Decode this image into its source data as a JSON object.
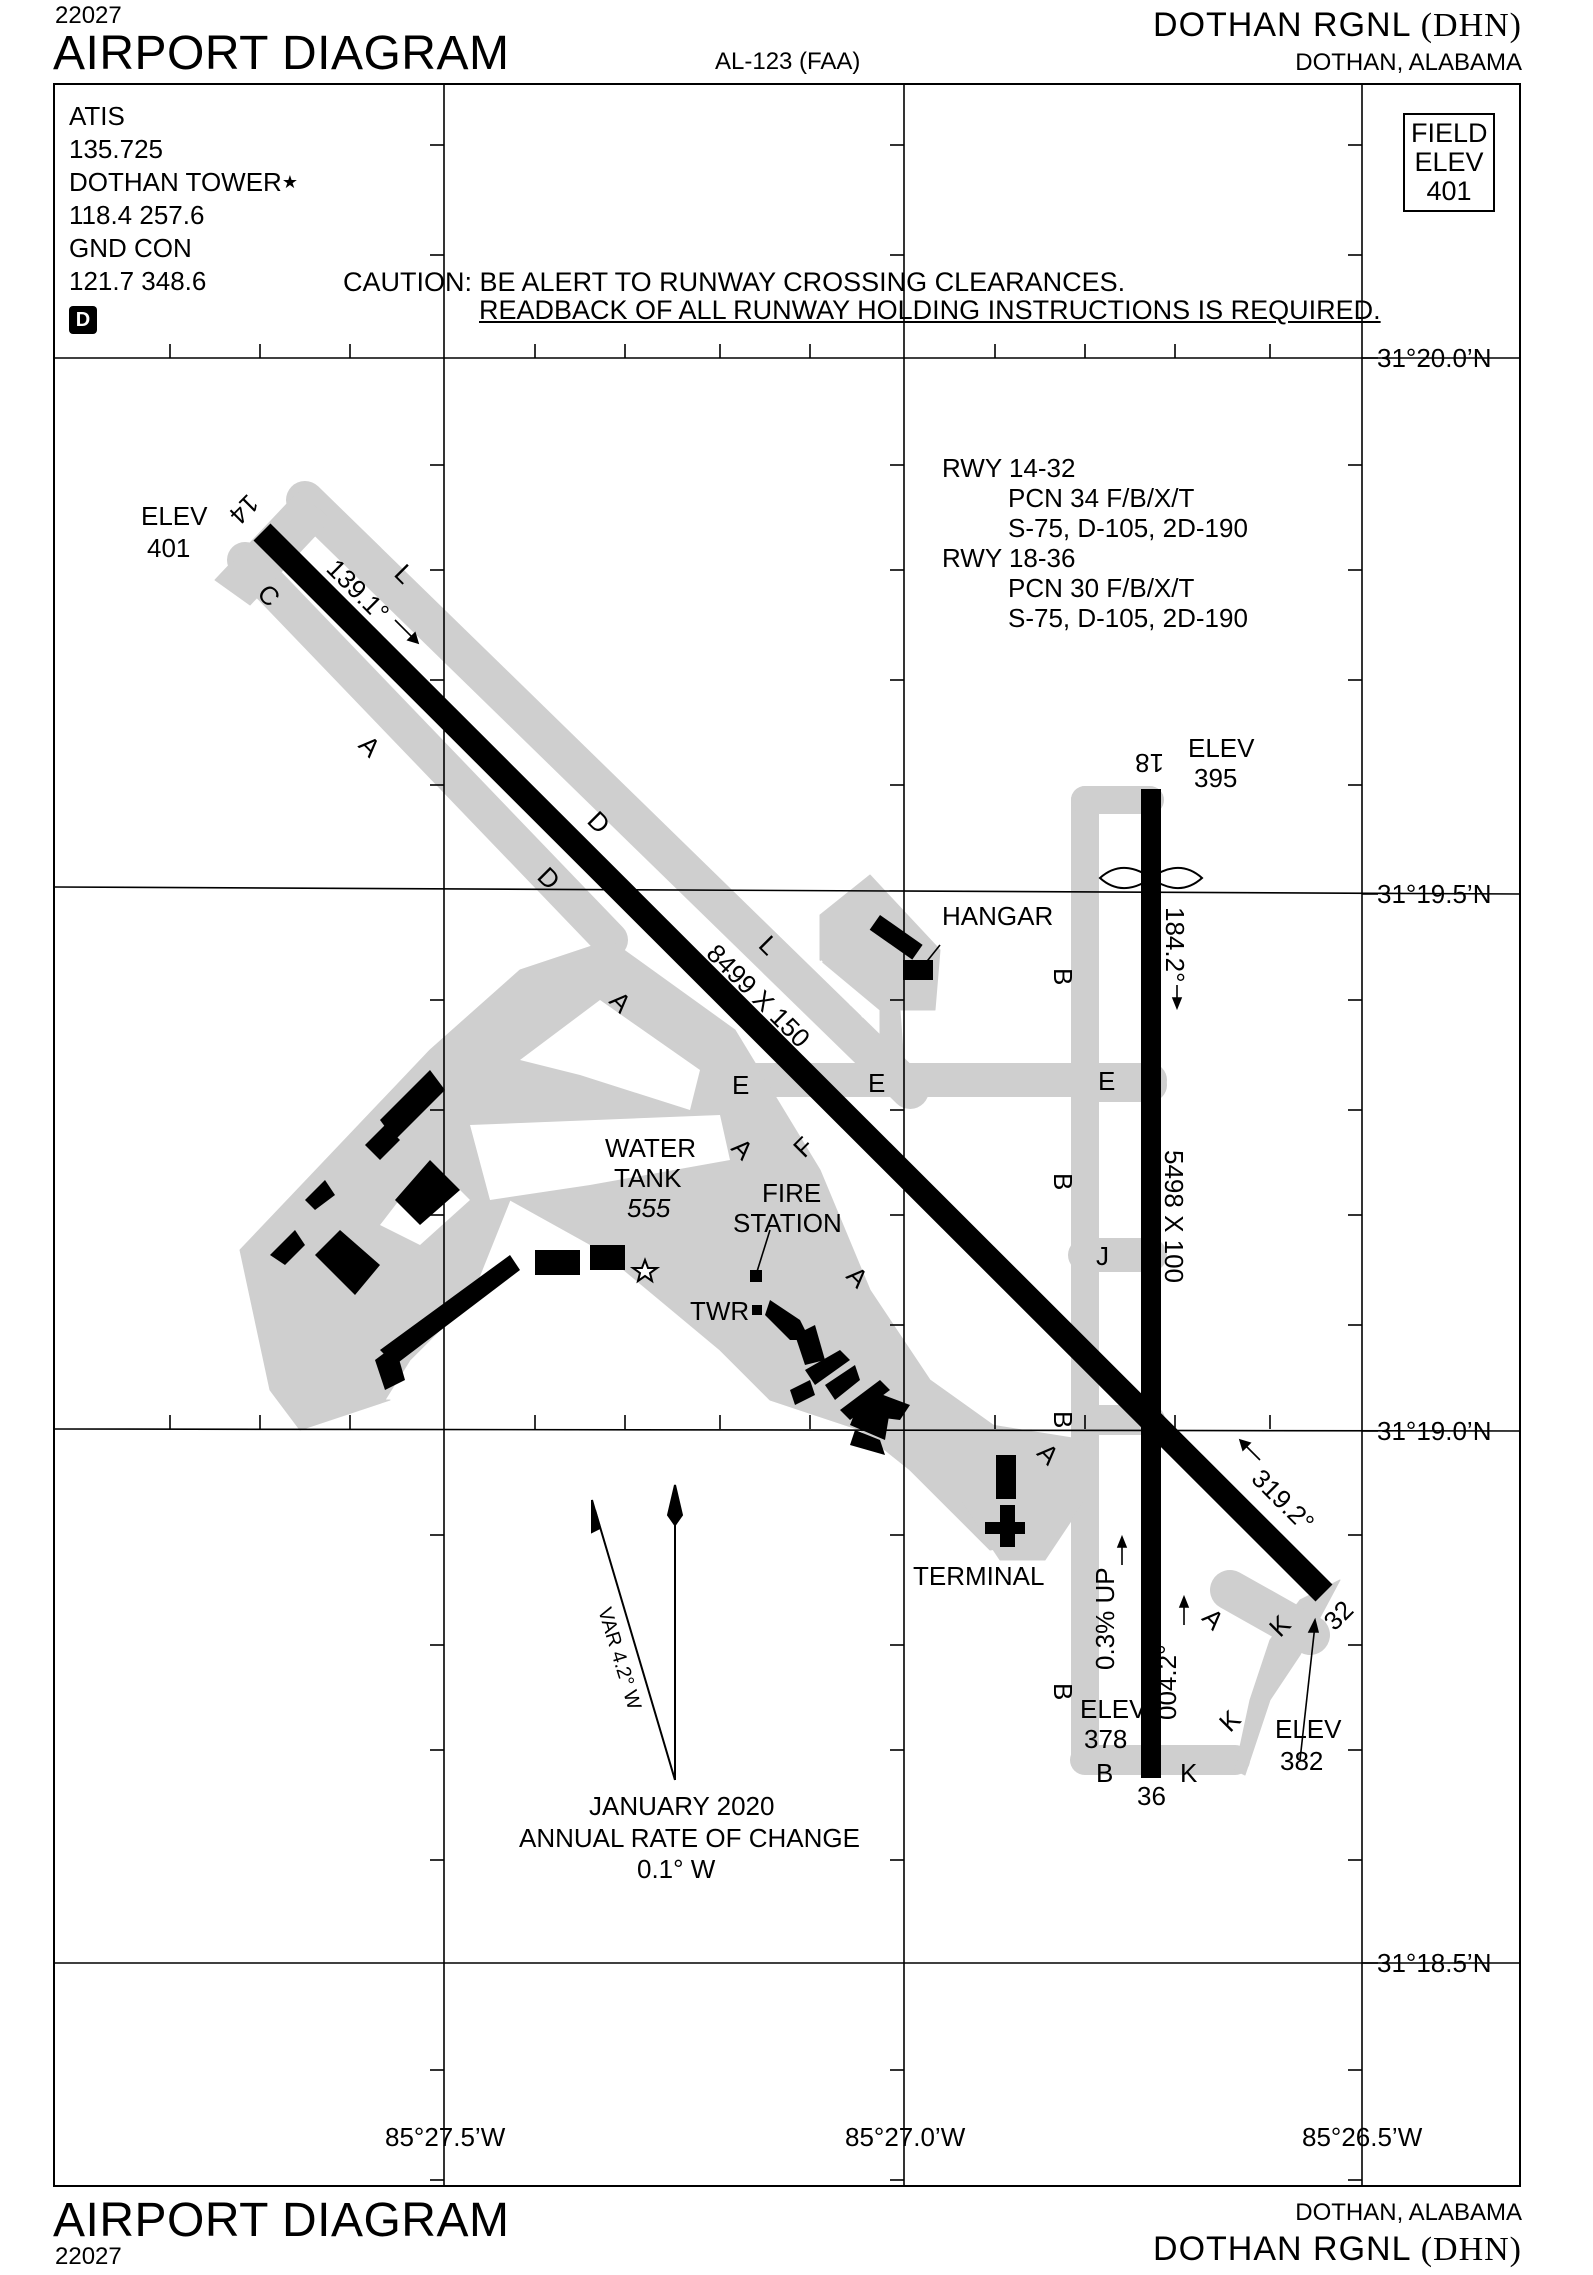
{
  "header": {
    "cycle": "22027",
    "title": "AIRPORT DIAGRAM",
    "procedure": "AL-123 (FAA)",
    "airport_name": "DOTHAN RGNL",
    "airport_code": "(DHN)",
    "city": "DOTHAN, ALABAMA"
  },
  "footer": {
    "title": "AIRPORT DIAGRAM",
    "cycle": "22027",
    "city": "DOTHAN, ALABAMA",
    "airport_name": "DOTHAN RGNL",
    "airport_code": "(DHN)"
  },
  "frequencies": {
    "atis_label": "ATIS",
    "atis_freq": "135.725",
    "tower_label": "DOTHAN TOWER",
    "tower_freq": "118.4  257.6",
    "gnd_label": "GND CON",
    "gnd_freq": "121.7  348.6",
    "d_badge": "D"
  },
  "field_elevation": {
    "label1": "FIELD",
    "label2": "ELEV",
    "value": "401"
  },
  "caution": {
    "line1": "CAUTION: BE ALERT TO RUNWAY CROSSING CLEARANCES.",
    "line2": "READBACK OF ALL RUNWAY HOLDING INSTRUCTIONS IS REQUIRED."
  },
  "latitudes": [
    "31°20.0’N",
    "31°19.5’N",
    "31°19.0’N",
    "31°18.5’N"
  ],
  "longitudes": [
    "85°27.5’W",
    "85°27.0’W",
    "85°26.5’W"
  ],
  "runway_info": {
    "rwy1": "RWY 14-32",
    "rwy1_pcn": "PCN 34 F/B/X/T",
    "rwy1_wt": "S-75, D-105, 2D-190",
    "rwy2": "RWY 18-36",
    "rwy2_pcn": "PCN 30 F/B/X/T",
    "rwy2_wt": "S-75, D-105, 2D-190"
  },
  "runways": {
    "r14": "14",
    "r32": "32",
    "r18": "18",
    "r36": "36",
    "r14_32_dims": "8499 X 150",
    "r18_36_dims": "5498 X 100",
    "hdg_139": "139.1°",
    "hdg_319": "319.2°",
    "hdg_184": "184.2°",
    "hdg_004": "004.2°",
    "gradient": "0.3% UP"
  },
  "elevations": {
    "elev_label": "ELEV",
    "e14": "401",
    "e18": "395",
    "e36": "378",
    "e32": "382"
  },
  "facilities": {
    "hangar": "HANGAR",
    "water_tank_1": "WATER",
    "water_tank_2": "TANK",
    "water_tank_elev": "555",
    "fire_1": "FIRE",
    "fire_2": "STATION",
    "tower": "TWR",
    "terminal": "TERMINAL"
  },
  "taxiways": [
    "A",
    "B",
    "C",
    "D",
    "E",
    "F",
    "J",
    "K",
    "L"
  ],
  "magnetic": {
    "variation": "VAR 4.2° W",
    "date": "JANUARY 2020",
    "rate_label": "ANNUAL RATE OF CHANGE",
    "rate": "0.1° W"
  },
  "colors": {
    "pavement": "#cfcfcf",
    "runway": "#000000",
    "grid": "#000000"
  }
}
